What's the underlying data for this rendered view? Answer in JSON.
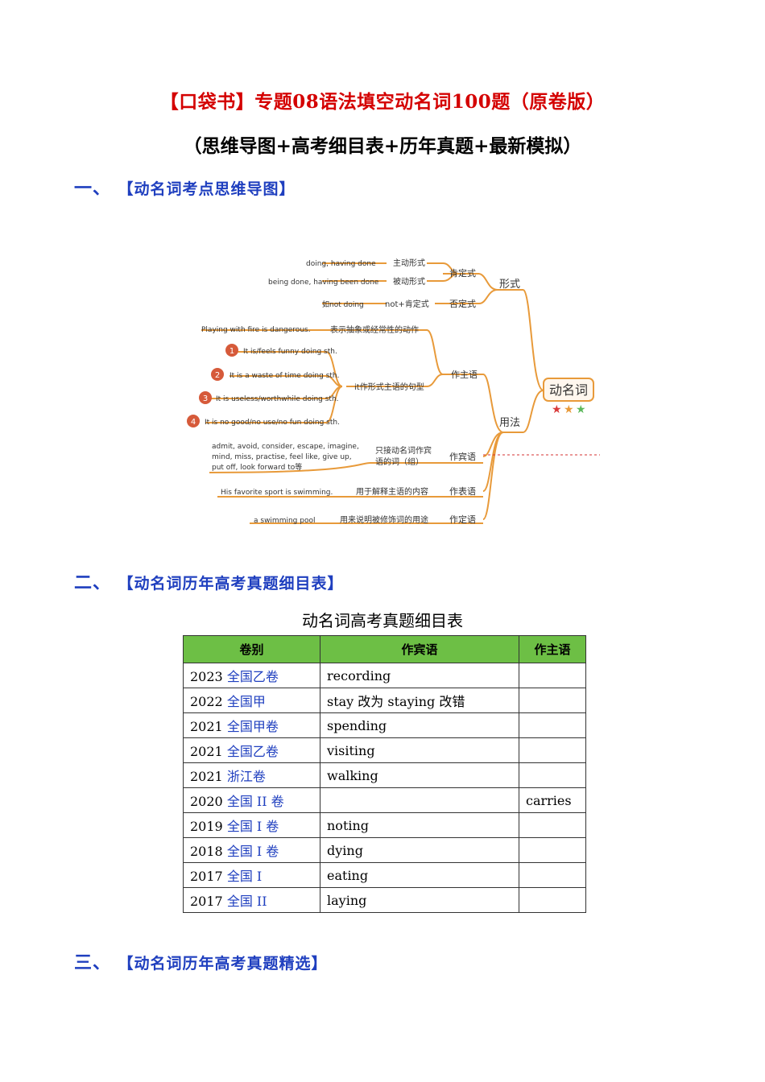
{
  "title": "【口袋书】专题08语法填空动名词100题（原卷版）",
  "subtitle": "（思维导图+高考细目表+历年真题+最新模拟）",
  "sections": [
    {
      "num": "一、",
      "label": "【动名词考点思维导图】"
    },
    {
      "num": "二、",
      "label": "【动名词历年高考真题细目表】"
    },
    {
      "num": "三、",
      "label": "【动名词历年高考真题精选】"
    }
  ],
  "mindmap": {
    "root": "动名词",
    "form": "形式",
    "usage": "用法",
    "affirm": "肯定式",
    "negate": "否定式",
    "active": "主动形式",
    "passive": "被动形式",
    "not_affirm": "not+肯定式",
    "ex_active": "doing, having done",
    "ex_passive": "being done, having been done",
    "ex_not": "如not doing",
    "subject": "作主语",
    "abstract": "表示抽象或经常性的动作",
    "ex_playing": "Playing with fire is dangerous.",
    "it_pattern": "it作形式主语的句型",
    "p1": "It is/feels funny doing sth.",
    "p2": "It is a waste of time doing sth.",
    "p3": "It is useless/worthwhile doing sth.",
    "p4": "It is no good/no use/no fun doing sth.",
    "object": "作宾语",
    "only_obj_1": "只接动名词作宾",
    "only_obj_2": "语的词（组）",
    "verbs_1": "admit, avoid, consider, escape, imagine,",
    "verbs_2": "mind, miss, practise, feel like, give up,",
    "verbs_3": "put off, look forward to等",
    "predicative": "作表语",
    "pred_desc": "用于解释主语的内容",
    "ex_pred": "His favorite sport is swimming.",
    "attributive": "作定语",
    "attr_desc": "用来说明被修饰词的用途",
    "ex_attr": "a swimming pool"
  },
  "table_caption": "动名词高考真题细目表",
  "table": {
    "headers": [
      "卷别",
      "作宾语",
      "作主语"
    ],
    "rows": [
      {
        "year": "2023",
        "paper": "全国乙卷",
        "obj": "recording",
        "subj": ""
      },
      {
        "year": "2022",
        "paper": "全国甲",
        "obj": "stay 改为 staying 改错",
        "subj": ""
      },
      {
        "year": "2021",
        "paper": "全国甲卷",
        "obj": "spending",
        "subj": ""
      },
      {
        "year": "2021",
        "paper": "全国乙卷",
        "obj": "visiting",
        "subj": ""
      },
      {
        "year": "2021",
        "paper": "浙江卷",
        "obj": "walking",
        "subj": ""
      },
      {
        "year": "2020",
        "paper": "全国 II 卷",
        "obj": "",
        "subj": "carries"
      },
      {
        "year": "2019",
        "paper": "全国 I 卷",
        "obj": "noting",
        "subj": ""
      },
      {
        "year": "2018",
        "paper": "全国 I 卷",
        "obj": "dying",
        "subj": ""
      },
      {
        "year": "2017",
        "paper": "全国 I",
        "obj": "eating",
        "subj": ""
      },
      {
        "year": "2017",
        "paper": "全国 II",
        "obj": "laying",
        "subj": ""
      }
    ]
  }
}
